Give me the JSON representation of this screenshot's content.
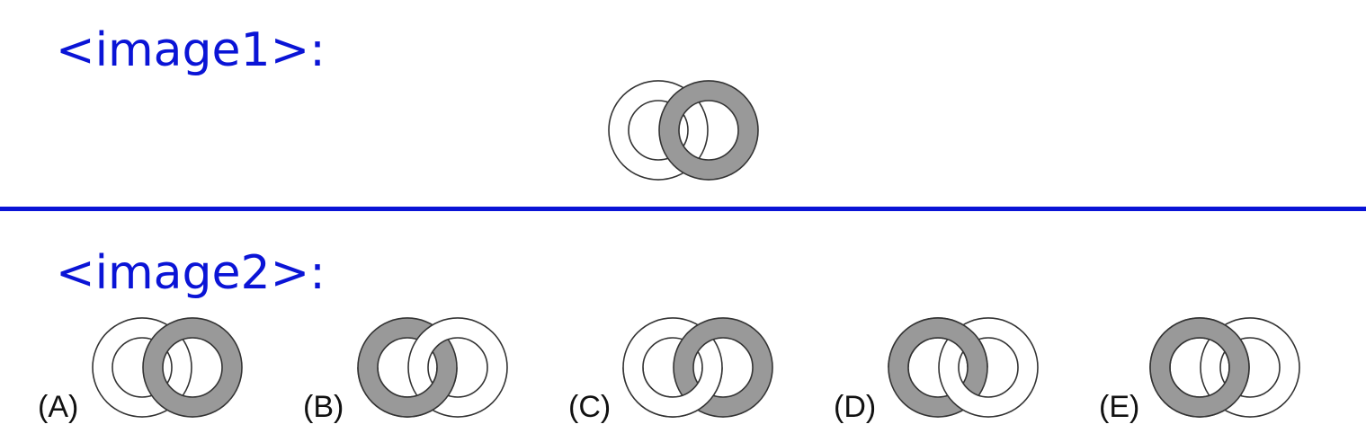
{
  "question": {
    "label": "<image1>:"
  },
  "options_header": {
    "label": "<image2>:"
  },
  "colors": {
    "accent": "#0a14d6",
    "ring_gray": "#999999",
    "ring_white": "#ffffff",
    "ring_outline": "#333333"
  },
  "figures": [
    {
      "id": "question",
      "tag": "",
      "left_ring": "white",
      "right_ring": "gray",
      "left_over_at_top": false,
      "left_over_at_bottom": false
    },
    {
      "id": "A",
      "tag": "(A)",
      "left_ring": "white",
      "right_ring": "gray",
      "left_over_at_top": false,
      "left_over_at_bottom": false
    },
    {
      "id": "B",
      "tag": "(B)",
      "left_ring": "gray",
      "right_ring": "white",
      "left_over_at_top": false,
      "left_over_at_bottom": true
    },
    {
      "id": "C",
      "tag": "(C)",
      "left_ring": "white",
      "right_ring": "gray",
      "left_over_at_top": false,
      "left_over_at_bottom": true
    },
    {
      "id": "D",
      "tag": "(D)",
      "left_ring": "gray",
      "right_ring": "white",
      "left_over_at_top": true,
      "left_over_at_bottom": false
    },
    {
      "id": "E",
      "tag": "(E)",
      "left_ring": "gray",
      "right_ring": "white",
      "left_over_at_top": true,
      "left_over_at_bottom": true
    }
  ]
}
